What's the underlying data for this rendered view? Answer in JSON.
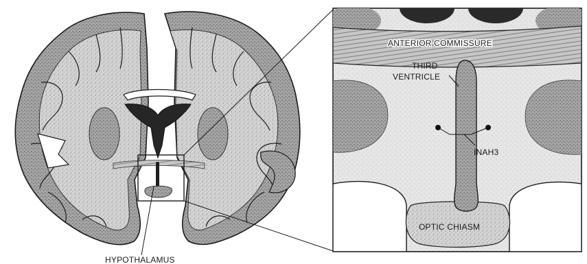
{
  "figure": {
    "labels": {
      "hypothalamus": "HYPOTHALAMUS",
      "anterior_commissure": "ANTERIOR COMMISSURE",
      "third_ventricle_line1": "THIRD",
      "third_ventricle_line2": "VENTRICLE",
      "inah3": "INAH3",
      "optic_chiasm": "OPTIC CHIASM"
    },
    "colors": {
      "background": "#ffffff",
      "tissue_gray": "#cfcfcf",
      "cortex_gray": "#a9a9a9",
      "dark_ventricle": "#2a2a2a",
      "nucleus_gray": "#bdbdbd",
      "outline": "#1a1a1a"
    }
  }
}
